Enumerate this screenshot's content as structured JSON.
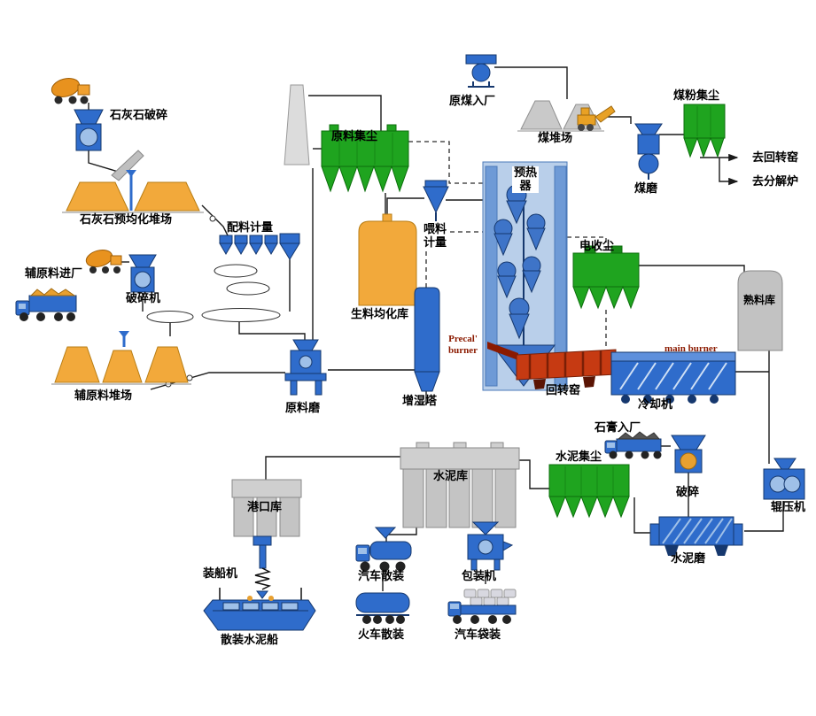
{
  "labels": {
    "limestone_crushing": "石灰石破碎",
    "limestone_preblending_yard": "石灰石预均化堆场",
    "aux_material_entry": "辅原料进厂",
    "crusher": "破碎机",
    "batching_metering": "配料计量",
    "aux_material_yard": "辅原料堆场",
    "raw_material_dust": "原料集尘",
    "raw_meal_silo": "生料均化库",
    "feed_metering": "喂料\n计量",
    "raw_mill": "原料磨",
    "humidifier_tower": "增湿塔",
    "preheater": "预热\n器",
    "raw_coal_entry": "原煤入厂",
    "coal_yard": "煤堆场",
    "coal_dust": "煤粉集尘",
    "coal_mill": "煤磨",
    "to_rotary_kiln": "去回转窑",
    "to_calciner": "去分解炉",
    "esp": "电收尘",
    "precal_burner": "Precal'\nburner",
    "rotary_kiln": "回转窑",
    "main_burner": "main burner",
    "cooler": "冷却机",
    "clinker_silo": "熟料库",
    "gypsum_entry": "石膏入厂",
    "cement_dust": "水泥集尘",
    "crushing": "破碎",
    "roller_press": "辊压机",
    "cement_mill": "水泥磨",
    "cement_silo": "水泥库",
    "port_silo": "港口库",
    "ship_loader": "装船机",
    "bulk_cement_ship": "散装水泥船",
    "truck_bulk": "汽车散装",
    "train_bulk": "火车散装",
    "packing_machine": "包装机",
    "truck_bagged": "汽车袋装"
  },
  "colors": {
    "dust_green": "#1FA41F",
    "equipment_blue": "#2F6CCB",
    "material_orange": "#F2A93B",
    "silo_gray": "#C4C4C4",
    "kiln_red": "#C63A12",
    "burner_dark_red": "#8B1A00"
  }
}
